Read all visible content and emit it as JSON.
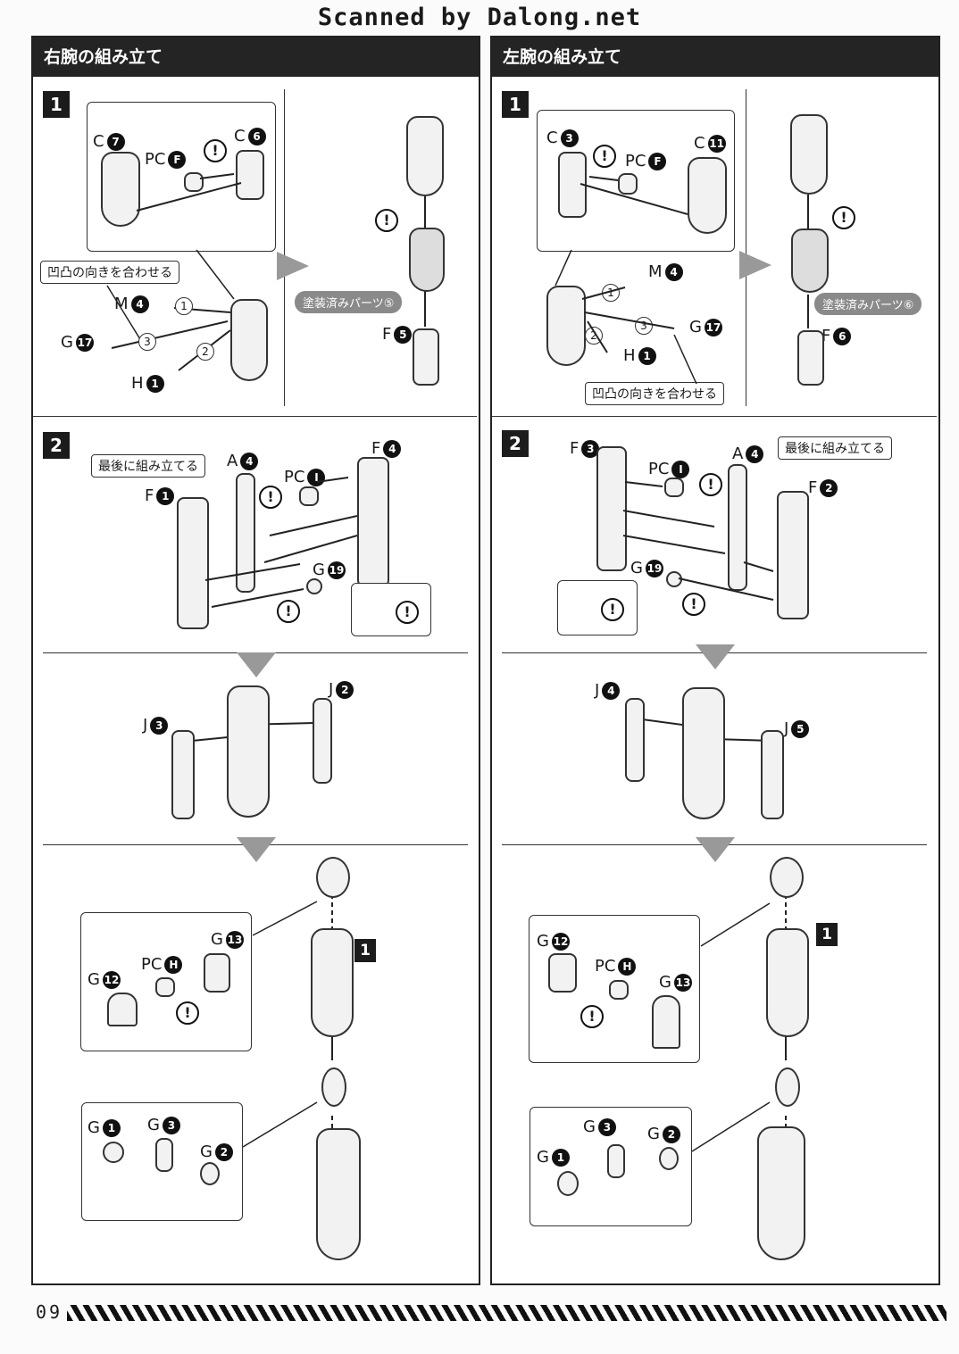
{
  "banner": "Scanned by Dalong.net",
  "left": {
    "title": "右腕の組み立て",
    "step1": {
      "num": "1",
      "labels": {
        "c7": "C",
        "c6": "C",
        "pcf": "PC",
        "m4": "M",
        "g17": "G",
        "h1": "H",
        "f5": "F"
      },
      "nums": {
        "c7": "7",
        "c6": "6",
        "pcf": "F",
        "m4": "4",
        "g17": "17",
        "h1": "1",
        "f5": "5"
      },
      "subs": [
        "1",
        "2",
        "3"
      ],
      "callout": "凹凸の向きを合わせる",
      "painted": "塗装済みパーツ⑤"
    },
    "step2": {
      "num": "2",
      "callout": "最後に組み立てる",
      "labels": {
        "a4": "A",
        "pci": "PC",
        "f4": "F",
        "f1": "F",
        "g19": "G",
        "j2": "J",
        "j3": "J",
        "g13": "G",
        "pch": "PC",
        "g12": "G",
        "g1": "G",
        "g3": "G",
        "g2": "G"
      },
      "nums": {
        "a4": "4",
        "pci": "I",
        "f4": "4",
        "f1": "1",
        "g19": "19",
        "j2": "2",
        "j3": "3",
        "g13": "13",
        "pch": "H",
        "g12": "12",
        "g1": "1",
        "g3": "3",
        "g2": "2"
      },
      "ref": "1"
    }
  },
  "right": {
    "title": "左腕の組み立て",
    "step1": {
      "num": "1",
      "labels": {
        "c3": "C",
        "c11": "C",
        "pcf": "PC",
        "m4": "M",
        "g17": "G",
        "h1": "H",
        "f6": "F"
      },
      "nums": {
        "c3": "3",
        "c11": "11",
        "pcf": "F",
        "m4": "4",
        "g17": "17",
        "h1": "1",
        "f6": "6"
      },
      "subs": [
        "1",
        "2",
        "3"
      ],
      "callout": "凹凸の向きを合わせる",
      "painted": "塗装済みパーツ⑥"
    },
    "step2": {
      "num": "2",
      "callout": "最後に組み立てる",
      "labels": {
        "f3": "F",
        "a4": "A",
        "pci": "PC",
        "f2": "F",
        "g19": "G",
        "j4": "J",
        "j5": "J",
        "g12": "G",
        "pch": "PC",
        "g13": "G",
        "g3": "G",
        "g2": "G",
        "g1": "G"
      },
      "nums": {
        "f3": "3",
        "a4": "4",
        "pci": "I",
        "f2": "2",
        "g19": "19",
        "j4": "4",
        "j5": "5",
        "g12": "12",
        "pch": "H",
        "g13": "13",
        "g3": "3",
        "g2": "2",
        "g1": "1"
      },
      "ref": "1"
    }
  },
  "warning_glyph": "!",
  "page_number": "09"
}
